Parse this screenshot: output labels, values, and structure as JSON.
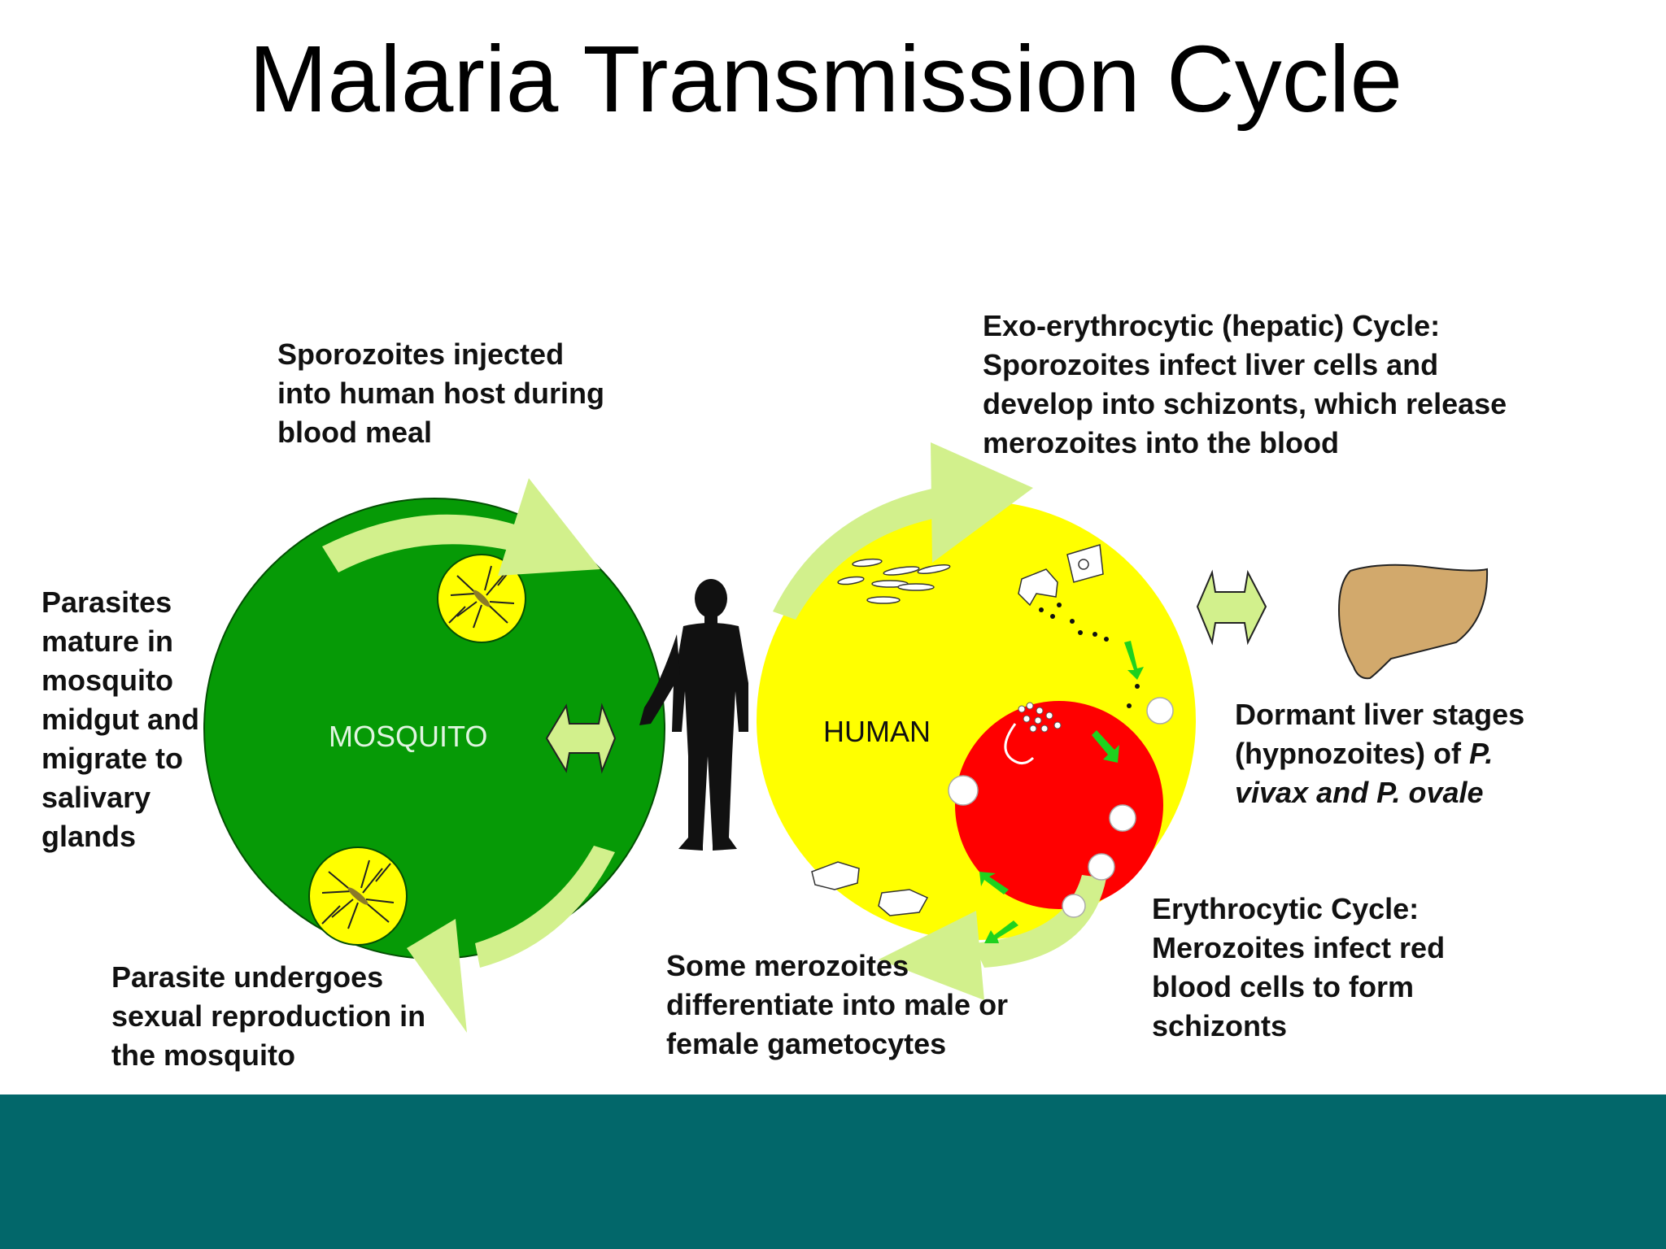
{
  "title": "Malaria Transmission Cycle",
  "hosts": {
    "mosquito": "MOSQUITO",
    "human": "HUMAN"
  },
  "labels": {
    "sporozoites_injected": [
      "Sporozoites injected",
      "into human host during",
      "blood meal"
    ],
    "parasites_mature": [
      "Parasites",
      "mature in",
      "mosquito",
      "midgut and",
      "migrate to",
      "salivary",
      "glands"
    ],
    "sexual_reproduction": [
      "Parasite undergoes",
      "sexual reproduction in",
      "the mosquito"
    ],
    "exo_erythrocytic": [
      "Exo-erythrocytic (hepatic) Cycle:",
      "Sporozoites infect liver cells and",
      "develop into schizonts, which release",
      "merozoites into the blood"
    ],
    "dormant_liver": {
      "line1": "Dormant liver stages",
      "line2_a": "(hypnozoites) of ",
      "line2_b": "P.",
      "line3": "vivax and P. ovale"
    },
    "erythrocytic": [
      "Erythrocytic Cycle:",
      "Merozoites infect red",
      "blood cells to form",
      "schizonts"
    ],
    "gametocytes": [
      "Some merozoites",
      "differentiate into male or",
      "female gametocytes"
    ]
  },
  "colors": {
    "mosquito_circle": "#069a06",
    "human_circle": "#ffff00",
    "rbc_circle": "#ff0000",
    "cycle_arrow": "#d2f08c",
    "small_arrow": "#1ed21e",
    "liver": "#d2a96c",
    "footer": "#02676a"
  },
  "icons": [
    "mosquito-icon",
    "human-silhouette-icon",
    "liver-icon",
    "double-arrow-icon"
  ]
}
